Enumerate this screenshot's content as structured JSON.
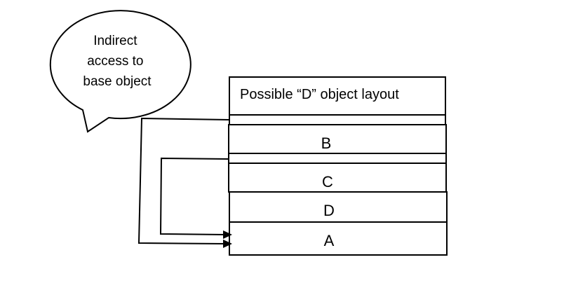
{
  "bubble": {
    "lines": [
      "Indirect",
      "access to",
      "base object"
    ]
  },
  "layout": {
    "title": "Possible “D” object layout",
    "layers": [
      "B",
      "C",
      "D",
      "A"
    ]
  }
}
